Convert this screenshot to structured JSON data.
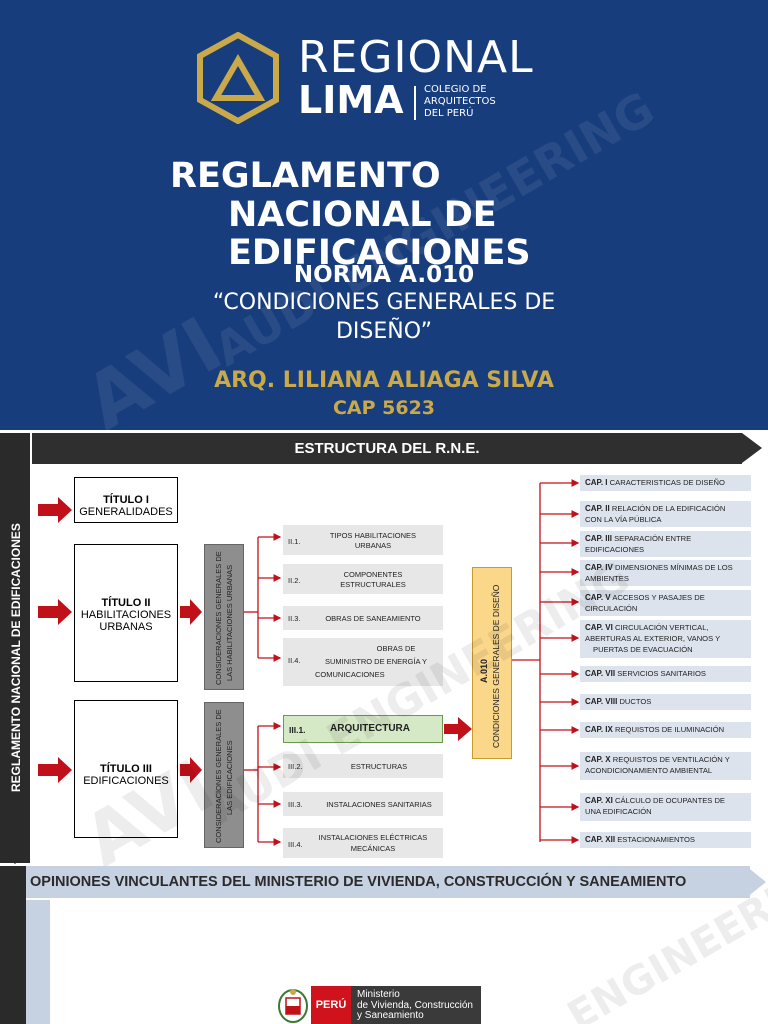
{
  "slide1": {
    "logo": {
      "regional": "REGIONAL",
      "lima": "LIMA",
      "colegio_line1": "COLEGIO DE",
      "colegio_line2": "ARQUITECTOS",
      "colegio_line3": "DEL PERÚ"
    },
    "title_line1": "REGLAMENTO",
    "title_line2": "NACIONAL  DE",
    "title_line3": "EDIFICACIONES",
    "norma": "NORMA A.010",
    "condiciones_line1": "“CONDICIONES GENERALES DE",
    "condiciones_line2": "DISEÑO”",
    "author": "ARQ. LILIANA ALIAGA SILVA",
    "cap": "CAP 5623",
    "watermark_a": "AVI",
    "watermark_b": "AUDI ENGINEERING",
    "watermark_c": "ENGINEERING"
  },
  "slide2": {
    "side_label": "REGLAMENTO NACIONAL DE EDIFICACIONES",
    "header": "ESTRUCTURA DEL R.N.E.",
    "titulo1": {
      "title": "TÍTULO I",
      "sub": "GENERALIDADES"
    },
    "titulo2": {
      "title": "TÍTULO II",
      "sub1": "HABILITACIONES",
      "sub2": "URBANAS"
    },
    "titulo3": {
      "title": "TÍTULO III",
      "sub": "EDIFICACIONES"
    },
    "consid_urb_1": "CONSIDERACIONES GENERALES DE",
    "consid_urb_2": "LAS HABILITACIONES URBANAS",
    "consid_edi_1": "CONSIDERACIONES GENERALES DE",
    "consid_edi_2": "LAS EDIFICACIONES",
    "items2": [
      {
        "num": "II.1.",
        "l1": "TIPOS HABILITACIONES",
        "l2": "URBANAS"
      },
      {
        "num": "II.2.",
        "l1": "COMPONENTES",
        "l2": "ESTRUCTURALES"
      },
      {
        "num": "II.3.",
        "l1": "OBRAS DE SANEAMIENTO",
        "l2": ""
      },
      {
        "num": "II.4.",
        "l1": "OBRAS DE",
        "l2": "SUMINISTRO DE  ENERGÍA Y",
        "l3": "COMUNICACIONES"
      }
    ],
    "items3": [
      {
        "num": "III.1.",
        "l1": "ARQUITECTURA"
      },
      {
        "num": "III.2.",
        "l1": "ESTRUCTURAS"
      },
      {
        "num": "III.3.",
        "l1": "INSTALACIONES SANITARIAS"
      },
      {
        "num": "III.4.",
        "l1": "INSTALACIONES ELÉCTRICAS",
        "l2": "MECÁNICAS"
      }
    ],
    "a010_1": "A.010",
    "a010_2": "CONDICIONES GENERALES DE DISEÑO",
    "caps": [
      {
        "cap": "CAP. I",
        "t1": "CARACTERISTICAS DE DISEÑO",
        "t2": ""
      },
      {
        "cap": "CAP. II",
        "t1": "RELACIÓN DE LA EDIFICACIÓN",
        "t2": "CON LA VÍA PÚBLICA"
      },
      {
        "cap": "CAP. III",
        "t1": "SEPARACIÓN ENTRE",
        "t2": "EDIFICACIONES"
      },
      {
        "cap": "CAP. IV",
        "t1": "DIMENSIONES MÍNIMAS DE LOS",
        "t2": "AMBIENTES"
      },
      {
        "cap": "CAP. V",
        "t1": "ACCESOS Y PASAJES DE",
        "t2": "CIRCULACIÓN"
      },
      {
        "cap": "CAP. VI",
        "t1": "CIRCULACIÓN VERTICAL,",
        "t2": "ABERTURAS AL EXTERIOR, VANOS Y",
        "t3": "PUERTAS DE EVACUACIÓN"
      },
      {
        "cap": "CAP. VII",
        "t1": "SERVICIOS SANITARIOS",
        "t2": ""
      },
      {
        "cap": "CAP. VIII",
        "t1": "DUCTOS",
        "t2": ""
      },
      {
        "cap": "CAP. IX",
        "t1": "REQUISTOS DE ILUMINACIÓN",
        "t2": ""
      },
      {
        "cap": "CAP. X",
        "t1": "REQUISTOS DE VENTILACIÓN Y",
        "t2": "ACONDICIONAMIENTO AMBIENTAL"
      },
      {
        "cap": "CAP. XI",
        "t1": "CÁLCULO DE OCUPANTES DE",
        "t2": "UNA EDIFICACIÓN"
      },
      {
        "cap": "CAP. XII",
        "t1": "ESTACIONAMIENTOS",
        "t2": ""
      }
    ]
  },
  "slide3": {
    "header": "OPINIONES VINCULANTES DEL MINISTERIO DE VIVIENDA, CONSTRUCCIÓN Y SANEAMIENTO",
    "peru": "PERÚ",
    "ministerio_l1": "Ministerio",
    "ministerio_l2": "de Vivienda, Construcción",
    "ministerio_l3": "y Saneamiento"
  },
  "colors": {
    "navy": "#173d7d",
    "gold": "#c9a94a",
    "red": "#c0111a",
    "green_box": "#d6e9c6",
    "yellow_box": "#fbd78a"
  }
}
